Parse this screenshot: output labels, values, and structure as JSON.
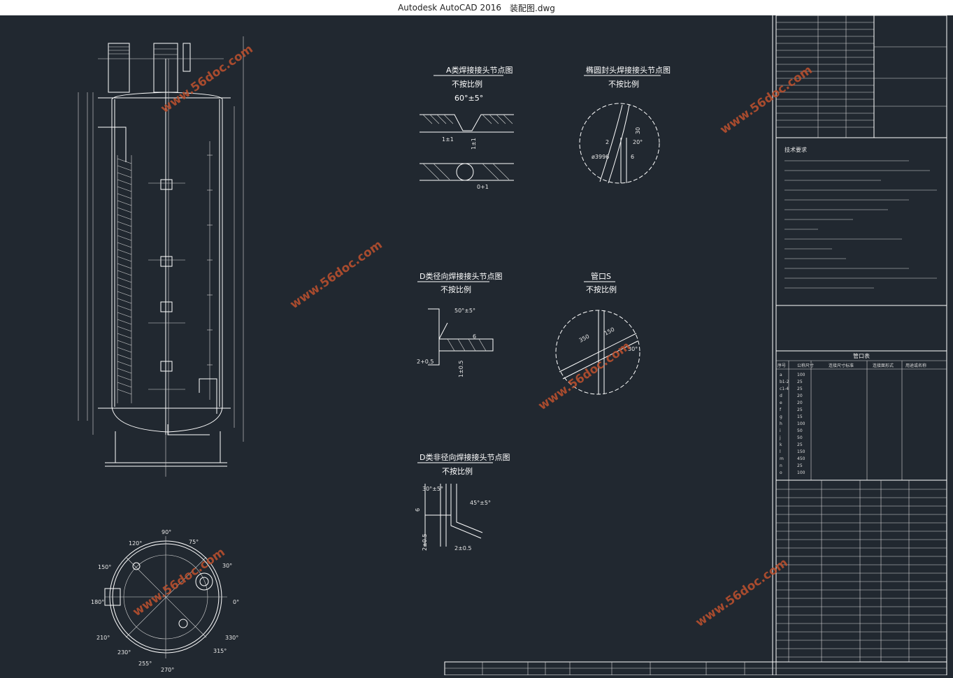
{
  "window": {
    "app_name": "Autodesk AutoCAD 2016",
    "file_name": "装配图.dwg"
  },
  "details": {
    "a": {
      "title": "A类焊接接头节点图",
      "scale": "不按比例",
      "angle": "60°±5°",
      "dim1": "1±1",
      "dim2": "1±1",
      "dim3": "0+1"
    },
    "b": {
      "title": "椭圆封头焊接接头节点图",
      "scale": "不按比例",
      "d1": "30",
      "d2": "2",
      "angle": "20°",
      "dia": "ø3996",
      "d3": "6"
    },
    "d1": {
      "title": "D类径向焊接接头节点图",
      "scale": "不按比例",
      "angle": "50°±5°",
      "d1": "2+0.5",
      "d2": "1±0.5",
      "d3": "6"
    },
    "s": {
      "title": "管口S",
      "scale": "不按比例",
      "d1": "350",
      "d2": "150",
      "angle": "30°"
    },
    "d2": {
      "title": "D类非径向焊接接头节点图",
      "scale": "不按比例",
      "angle1": "30°±5°",
      "angle2": "45°±5°",
      "d1": "6",
      "d2": "2±0.5",
      "d3": "2±0.5"
    }
  },
  "plan_view": {
    "angles": [
      "90°",
      "120°",
      "75°",
      "150°",
      "30°",
      "180°",
      "0°",
      "210°",
      "330°",
      "230°",
      "315°",
      "255°",
      "270°"
    ]
  },
  "watermark": "www.56doc.com",
  "notes": {
    "title": "技术要求"
  },
  "nozzle_table": {
    "title": "管口表",
    "headers": [
      "序号",
      "公称尺寸",
      "连接尺寸标准",
      "连接面形式",
      "用途或名称"
    ],
    "rows": [
      [
        "a",
        "100"
      ],
      [
        "b1-2",
        "25"
      ],
      [
        "c1-4",
        "25"
      ],
      [
        "d",
        "20"
      ],
      [
        "e",
        "20"
      ],
      [
        "f",
        "25"
      ],
      [
        "g",
        "15"
      ],
      [
        "h",
        "100"
      ],
      [
        "i",
        "50"
      ],
      [
        "j",
        "50"
      ],
      [
        "k",
        "25"
      ],
      [
        "l",
        "150"
      ],
      [
        "m",
        "450"
      ],
      [
        "n",
        "25"
      ],
      [
        "o",
        "100"
      ]
    ]
  }
}
